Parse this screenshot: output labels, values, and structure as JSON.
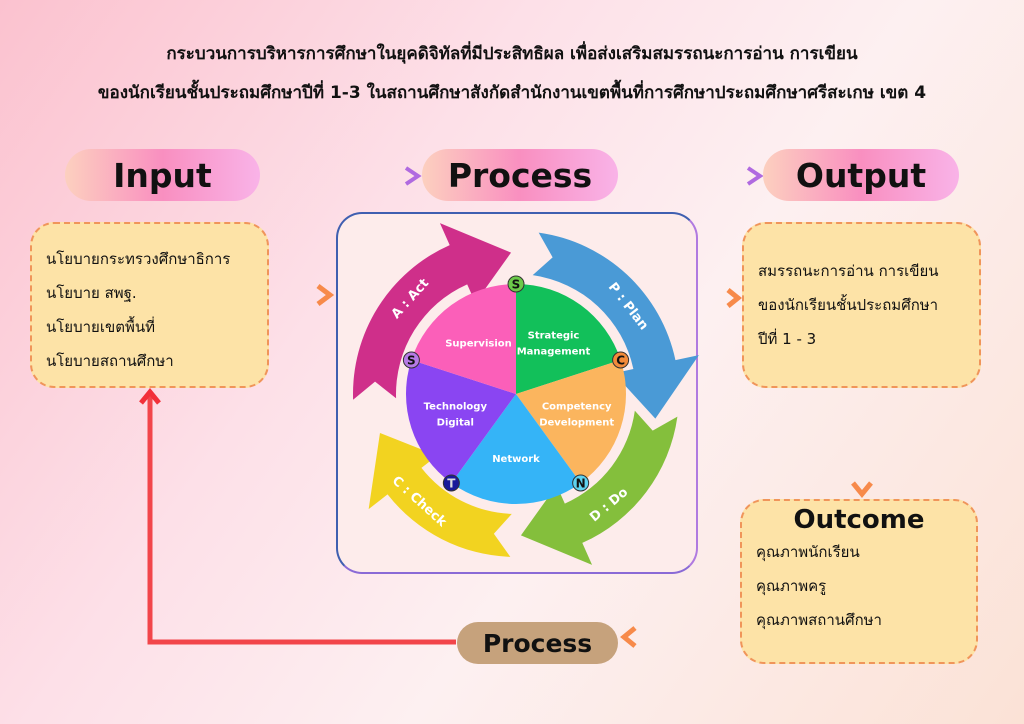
{
  "title": {
    "line1": "กระบวนการบริหารการศึกษาในยุคดิจิทัลที่มีประสิทธิผล เพื่อส่งเสริมสมรรถนะการอ่าน การเขียน",
    "line2": "ของนักเรียนชั้นประถมศึกษาปีที่ 1-3 ในสถานศึกษาสังกัดสำนักงานเขตพื้นที่การศึกษาประถมศึกษาศรีสะเกษ เขต 4"
  },
  "stages": {
    "input": "Input",
    "process": "Process",
    "output": "Output"
  },
  "input_box": {
    "items": [
      "นโยบายกระทรวงศึกษาธิการ",
      "นโยบาย สพฐ.",
      "นโยบายเขตพื้นที่",
      "นโยบายสถานศึกษา"
    ]
  },
  "output_box": {
    "items": [
      "สมรรถนะการอ่าน การเขียน",
      "ของนักเรียนชั้นประถมศึกษา",
      "ปีที่ 1 - 3"
    ]
  },
  "outcome_box": {
    "title": "Outcome",
    "items": [
      "คุณภาพนักเรียน",
      "คุณภาพครู",
      "คุณภาพสถานศึกษา"
    ]
  },
  "feedback": {
    "label": "Process"
  },
  "wheel": {
    "slices": [
      {
        "label": [
          "Strategic",
          "Management"
        ],
        "color": "#12c05a"
      },
      {
        "label": [
          "Competency",
          "Development"
        ],
        "color": "#fbb55e"
      },
      {
        "label": [
          "Network"
        ],
        "color": "#35b4f7"
      },
      {
        "label": [
          "Technology",
          "Digital"
        ],
        "color": "#8a45f2"
      },
      {
        "label": [
          "Supervision"
        ],
        "color": "#fb5fb9"
      }
    ],
    "markers": [
      {
        "letter": "S",
        "color": "#6cc94a"
      },
      {
        "letter": "C",
        "color": "#f28a3a"
      },
      {
        "letter": "N",
        "color": "#5fd3f0"
      },
      {
        "letter": "T",
        "color": "#1a1a9a"
      },
      {
        "letter": "S",
        "color": "#b67ae6"
      }
    ],
    "cycle": [
      {
        "label": "P : Plan",
        "color": "#4a9ad6"
      },
      {
        "label": "D : Do",
        "color": "#84bf3c"
      },
      {
        "label": "C : Check",
        "color": "#f2d320"
      },
      {
        "label": "A : Act",
        "color": "#cf2f8a"
      }
    ]
  }
}
